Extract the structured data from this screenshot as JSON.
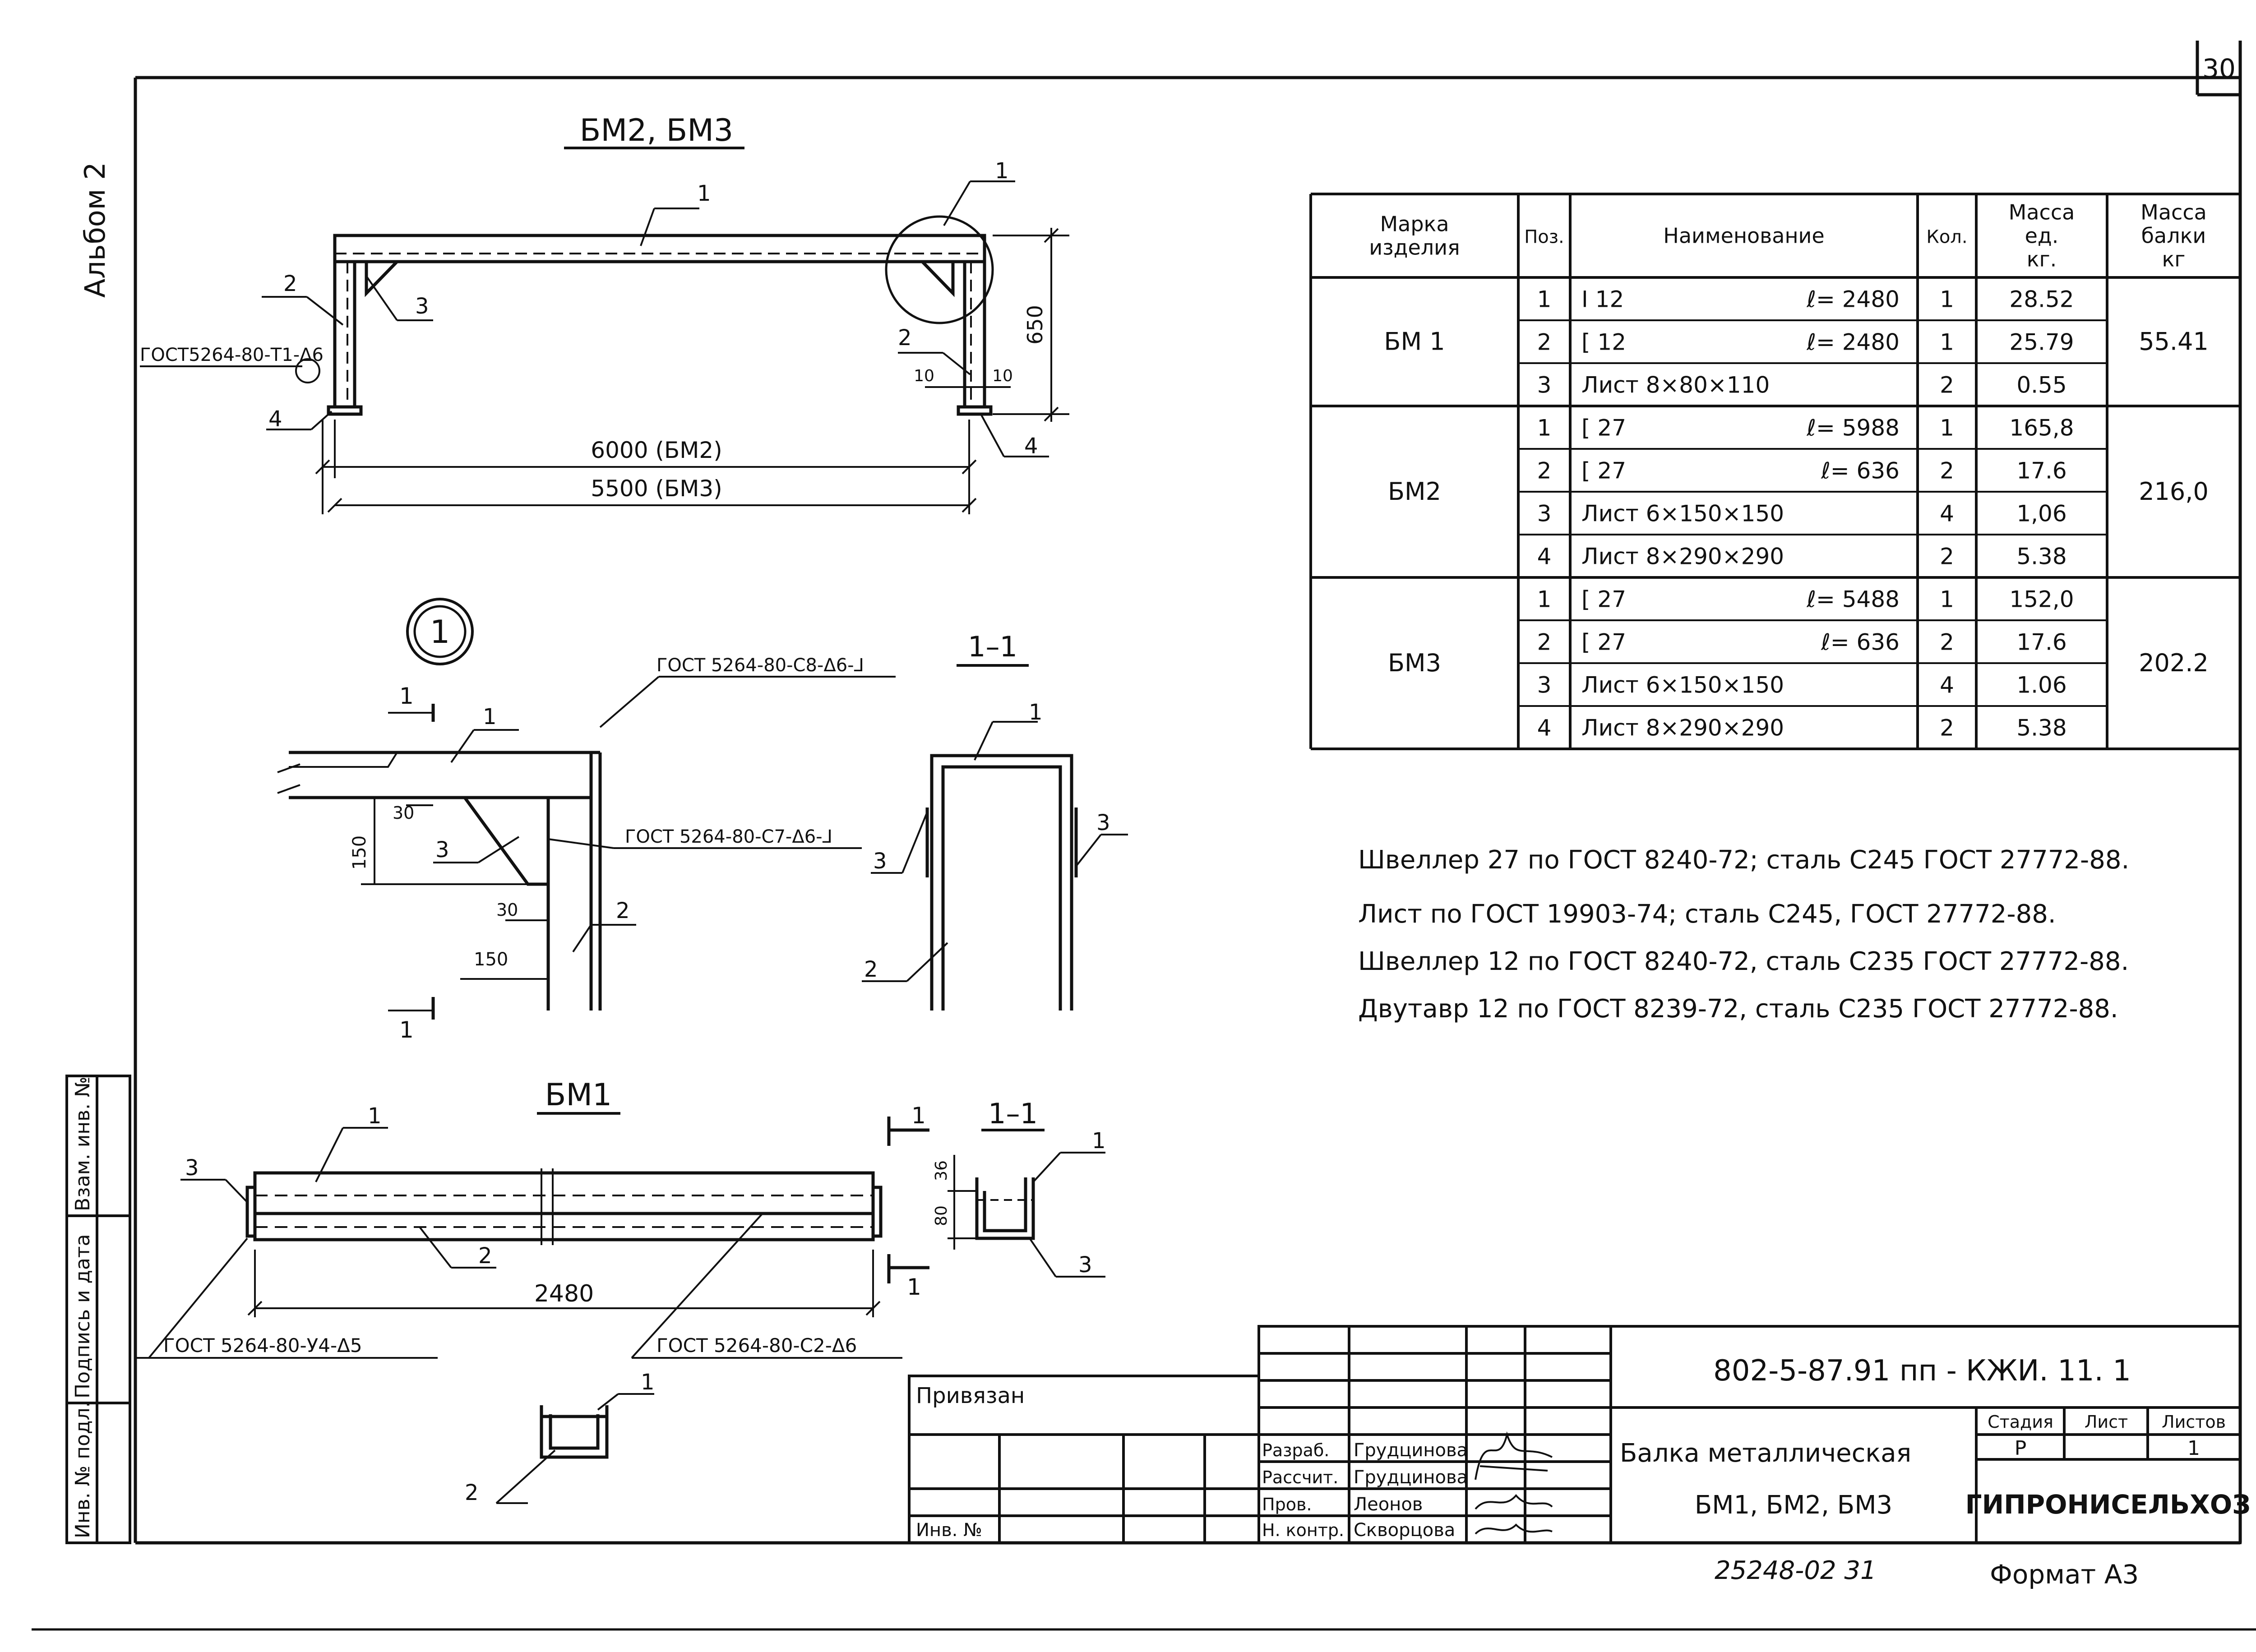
{
  "sheet": {
    "page_number": "30",
    "album": "Альбом 2",
    "format": "Формат А3",
    "archive_number": "25248-02   31"
  },
  "views": {
    "bm23_title": "БМ2, БМ3",
    "bm23_dim_6000": "6000  (БМ2)",
    "bm23_dim_5500": "5500  (БМ3)",
    "bm23_dim_650": "650",
    "bm23_dim_10a": "10",
    "bm23_dim_10b": "10",
    "bm23_weld": "ГОСТ5264-80-Т1-Δ6",
    "detail_mark": "1",
    "detail_weld_top": "ГОСТ 5264-80-С8-Δ6-⅃",
    "detail_weld_mid": "ГОСТ 5264-80-С7-Δ6-⅃",
    "detail_dim_30a": "30",
    "detail_dim_150a": "150",
    "detail_dim_30b": "30",
    "detail_dim_150b": "150",
    "detail_section_mark": "1",
    "section_title": "1–1",
    "bm1_title": "БМ1",
    "bm1_dim_2480": "2480",
    "bm1_weld_left": "ГОСТ 5264-80-У4-Δ5",
    "bm1_weld_right": "ГОСТ 5264-80-С2-Δ6",
    "bm1_section_title": "1–1",
    "bm1_dim_36": "36",
    "bm1_dim_80": "80",
    "pos": {
      "p1": "1",
      "p2": "2",
      "p3": "3",
      "p4": "4"
    }
  },
  "spec_table": {
    "headers": [
      "Марка изделия",
      "Поз.",
      "Наименование",
      "Кол.",
      "Масса ед. кг.",
      "Масса балки кг"
    ],
    "groups": [
      {
        "mark": "БМ 1",
        "total": "55.41",
        "rows": [
          {
            "pos": "1",
            "name": "I  12",
            "length": "ℓ= 2480",
            "qty": "1",
            "mass": "28.52"
          },
          {
            "pos": "2",
            "name": "[  12",
            "length": "ℓ= 2480",
            "qty": "1",
            "mass": "25.79"
          },
          {
            "pos": "3",
            "name": "Лист 8×80×110",
            "length": "",
            "qty": "2",
            "mass": "0.55"
          }
        ]
      },
      {
        "mark": "БМ2",
        "total": "216,0",
        "rows": [
          {
            "pos": "1",
            "name": "[  27",
            "length": "ℓ= 5988",
            "qty": "1",
            "mass": "165,8"
          },
          {
            "pos": "2",
            "name": "[  27",
            "length": "ℓ= 636",
            "qty": "2",
            "mass": "17.6"
          },
          {
            "pos": "3",
            "name": "Лист 6×150×150",
            "length": "",
            "qty": "4",
            "mass": "1,06"
          },
          {
            "pos": "4",
            "name": "Лист 8×290×290",
            "length": "",
            "qty": "2",
            "mass": "5.38"
          }
        ]
      },
      {
        "mark": "БМ3",
        "total": "202.2",
        "rows": [
          {
            "pos": "1",
            "name": "[  27",
            "length": "ℓ= 5488",
            "qty": "1",
            "mass": "152,0"
          },
          {
            "pos": "2",
            "name": "[  27",
            "length": "ℓ= 636",
            "qty": "2",
            "mass": "17.6"
          },
          {
            "pos": "3",
            "name": "Лист 6×150×150",
            "length": "",
            "qty": "4",
            "mass": "1.06"
          },
          {
            "pos": "4",
            "name": "Лист 8×290×290",
            "length": "",
            "qty": "2",
            "mass": "5.38"
          }
        ]
      }
    ]
  },
  "notes": [
    "Швеллер 27  по  ГОСТ 8240-72;  сталь С245  ГОСТ 27772-88.",
    "Лист  по ГОСТ 19903-74;  сталь С245,  ГОСТ 27772-88.",
    "Швеллер 12  по ГОСТ 8240-72,  сталь  С235  ГОСТ 27772-88.",
    "Двутавр 12  по ГОСТ 8239-72,  сталь  С235  ГОСТ 27772-88."
  ],
  "side_stamp": {
    "inv_podl": "Инв. № подл.",
    "podpis": "Подпись и дата",
    "vzam": "Взам. инв. №"
  },
  "title_block": {
    "code": "802-5-87.91 пп - КЖИ. 11. 1",
    "privyazan": "Привязан",
    "inv_no": "Инв. №",
    "roles": [
      "Разраб.",
      "Рассчит.",
      "Пров.",
      "Н. контр."
    ],
    "names": [
      "Грудцинова",
      "Грудцинова",
      "Леонов",
      "Скворцова"
    ],
    "title_line1": "Балка  металлическая",
    "title_line2": "БМ1,  БМ2,  БМ3",
    "stage_header": "Стадия",
    "sheet_header": "Лист",
    "sheets_header": "Листов",
    "stage": "Р",
    "sheets": "1",
    "org": "ГИПРОНИСЕЛЬХОЗ"
  }
}
